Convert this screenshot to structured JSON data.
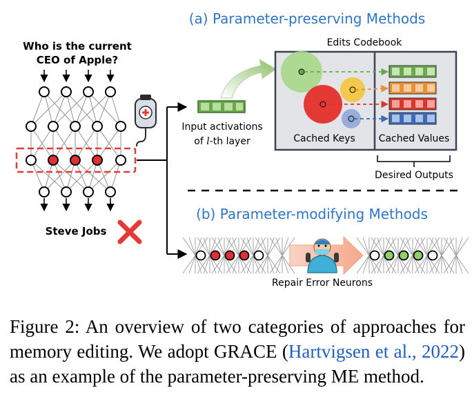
{
  "figure": {
    "question": [
      "Who is the current",
      "CEO of Apple?"
    ],
    "wrong_answer": "Steve Jobs",
    "section_a_title": "(a) Parameter-preserving Methods",
    "codebook_title": "Edits Codebook",
    "input_label_line1": "Input activations",
    "input_label_line2_prefix": "of ",
    "input_label_line2_var": "l",
    "input_label_line2_suffix": "-th layer",
    "cached_keys": "Cached Keys",
    "cached_values": "Cached Values",
    "desired_outputs": "Desired Outputs",
    "section_b_title": "(b) Parameter-modifying Methods",
    "repair_label": "Repair Error Neurons"
  },
  "caption": {
    "prefix": "Figure 2: An overview of two categories of approaches for memory editing.  We adopt GRACE (",
    "citation": "Hartvigsen et al., 2022",
    "suffix": ") as an example of the parameter-preserving ME method."
  },
  "colors": {
    "title_blue": "#2e75c6",
    "red_neuron": "#e23030",
    "green_neuron": "#8fcf6a",
    "key_green": "#a6d78a",
    "key_red": "#e53935",
    "key_yellow": "#f4c430",
    "key_blue": "#8fa6d8",
    "val_green": "#6aa84f",
    "val_orange": "#e69138",
    "val_red": "#d9372b",
    "val_blue": "#3d6bb3",
    "cross": "#e53935",
    "arrow_salmon": "#f6b39a"
  }
}
